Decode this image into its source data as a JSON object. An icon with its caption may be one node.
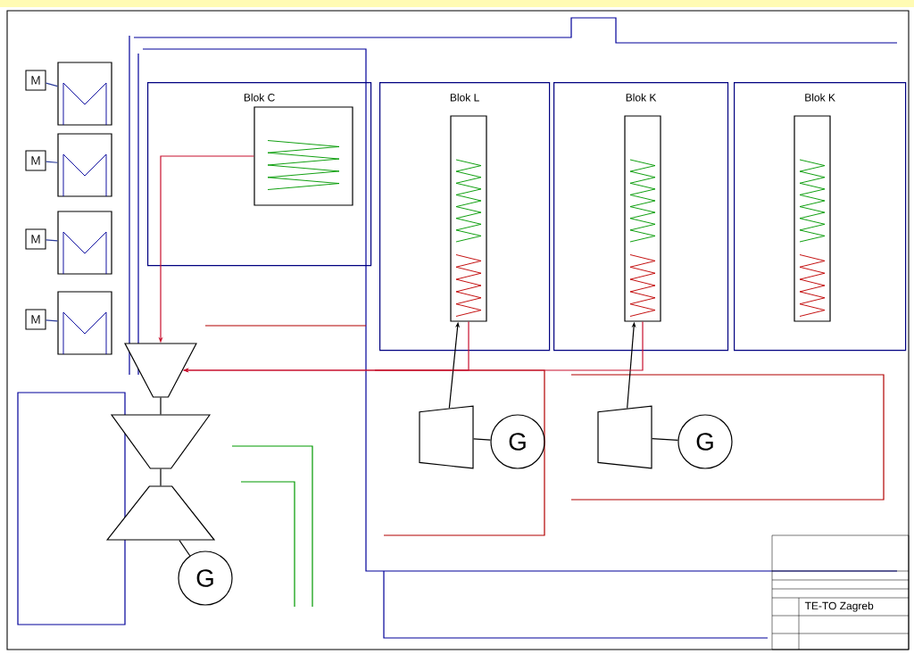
{
  "diagram": {
    "nodes": [
      {
        "text": [
          "Blok C"
        ]
      },
      {
        "text": [
          "Blok L"
        ]
      },
      {
        "text": [
          "Blok K"
        ]
      },
      {
        "text": [
          "Blok K"
        ]
      },
      {
        "text": [],
        "shape": "box",
        "in": 0
      },
      {
        "text": [],
        "shape": "box",
        "in": 1
      },
      {
        "text": [],
        "shape": "box",
        "in": 2
      },
      {
        "text": [],
        "shape": "box",
        "in": 3
      },
      {
        "text": [],
        "shape": "trapezoid"
      },
      {
        "text": [],
        "shape": "trapezoid"
      },
      {
        "text": [],
        "shape": "trapezoid"
      },
      {
        "text": [
          "G"
        ]
      },
      {
        "text": [],
        "shape": "trapezoid"
      },
      {
        "text": [
          "G"
        ]
      },
      {
        "text": [],
        "shape": "trapezoid"
      },
      {
        "text": [
          "G"
        ]
      },
      {
        "text": [
          "M"
        ]
      },
      {
        "text": [
          "M"
        ]
      },
      {
        "text": [
          "M"
        ]
      },
      {
        "text": [
          "M"
        ]
      },
      {
        "text": [],
        "shape": "box"
      },
      {
        "text": [],
        "shape": "box"
      },
      {
        "text": [],
        "shape": "box"
      },
      {
        "text": [],
        "shape": "box"
      }
    ],
    "edges": [
      {
        "from": 4,
        "to": 8,
        "arrow": "to",
        "color": "#c8102e"
      },
      {
        "from": 8,
        "to": 9,
        "arrow": "none"
      },
      {
        "from": 9,
        "to": 10,
        "arrow": "none"
      },
      {
        "from": 10,
        "to": 11,
        "arrow": "none"
      },
      {
        "from": 5,
        "to": 8,
        "arrow": "to",
        "color": "#c8102e"
      },
      {
        "from": 12,
        "to": 5,
        "arrow": "to"
      },
      {
        "from": 12,
        "to": 13,
        "arrow": "none"
      },
      {
        "from": 14,
        "to": 6,
        "arrow": "to"
      },
      {
        "from": 14,
        "to": 15,
        "arrow": "none"
      },
      {
        "from": 6,
        "to": 8,
        "arrow": "to",
        "color": "#c8102e"
      },
      {
        "from": 16,
        "to": 20,
        "arrow": "none",
        "color": "#2a3a9a"
      },
      {
        "from": 17,
        "to": 21,
        "arrow": "none",
        "color": "#2a3a9a"
      },
      {
        "from": 18,
        "to": 22,
        "arrow": "none",
        "color": "#2a3a9a"
      },
      {
        "from": 19,
        "to": 23,
        "arrow": "none",
        "color": "#2a3a9a"
      }
    ],
    "labels": [
      "TE-TO Zagreb"
    ]
  }
}
